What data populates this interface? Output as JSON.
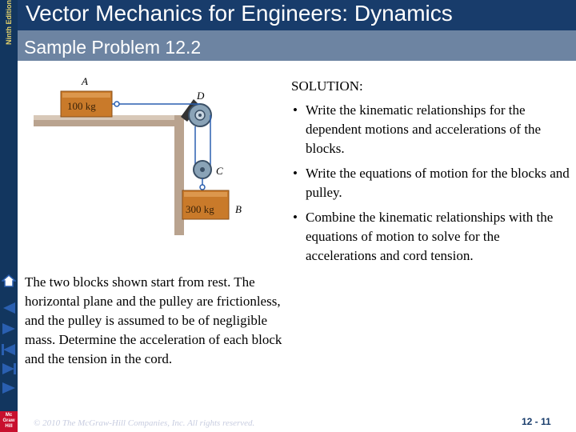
{
  "edition": "Ninth Edition",
  "header": {
    "title": "Vector Mechanics for Engineers: Dynamics"
  },
  "subheader": {
    "title": "Sample Problem 12.2"
  },
  "figure": {
    "label_a": "A",
    "label_b": "B",
    "label_c": "C",
    "label_d": "D",
    "mass_a": "100 kg",
    "mass_b": "300 kg"
  },
  "solution": {
    "heading": "SOLUTION:",
    "bullets": [
      "Write the kinematic relationships for the dependent motions and accelerations of the blocks.",
      "Write the equations of motion for the blocks and pulley.",
      "Combine the kinematic relationships with the equations of motion to solve for the accelerations and cord tension."
    ]
  },
  "problem": {
    "text": "The two blocks shown start from rest. The horizontal plane and the pulley are frictionless, and the pulley is assumed to be of negligible mass. Determine the acceleration of each block and the tension in the cord."
  },
  "nav": {
    "items": [
      "home-icon",
      "first-slide-icon",
      "previous-slide-icon",
      "next-slide-icon",
      "last-slide-icon",
      "exit-icon"
    ]
  },
  "footer": {
    "copyright": "© 2010 The McGraw-Hill Companies, Inc. All rights reserved.",
    "page": "12 - 11"
  },
  "logo": {
    "text": "Mc Graw Hill"
  },
  "colors": {
    "header_bg": "#183c6b",
    "subheader_bg": "#6d84a2",
    "strip_bg": "#12365f",
    "block_color": "#c97a2a",
    "nav_blue": "#2a5fb0"
  }
}
